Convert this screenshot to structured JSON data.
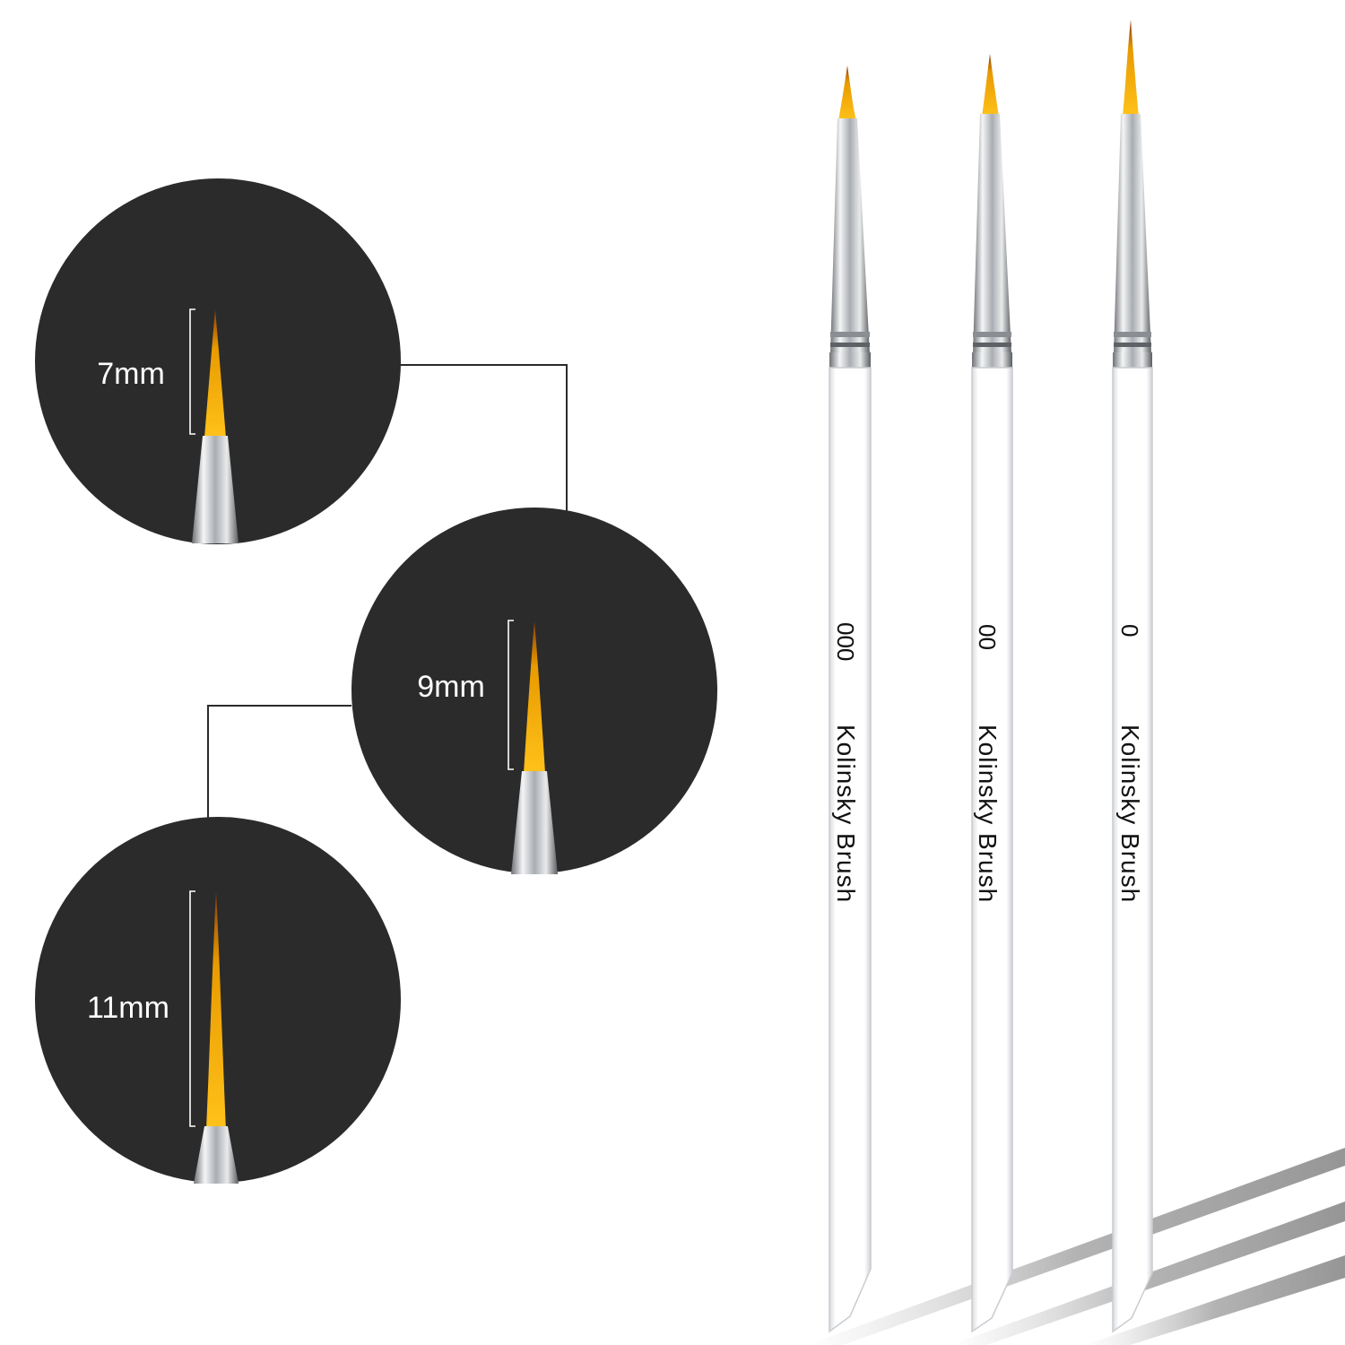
{
  "detail_circles": [
    {
      "label": "7mm"
    },
    {
      "label": "9mm"
    },
    {
      "label": "11mm"
    }
  ],
  "brushes": [
    {
      "size": "000",
      "brand": "Kolinsky Brush"
    },
    {
      "size": "00",
      "brand": "Kolinsky Brush"
    },
    {
      "size": "0",
      "brand": "Kolinsky Brush"
    }
  ],
  "colors": {
    "circle": "#2b2b2b",
    "bristle_gold": "#f2b400",
    "bristle_tip": "#a0420a",
    "ferrule": "#b9bcc0",
    "connector": "#2b2b2b",
    "label_white": "#ffffff",
    "handle_text": "#111111"
  }
}
